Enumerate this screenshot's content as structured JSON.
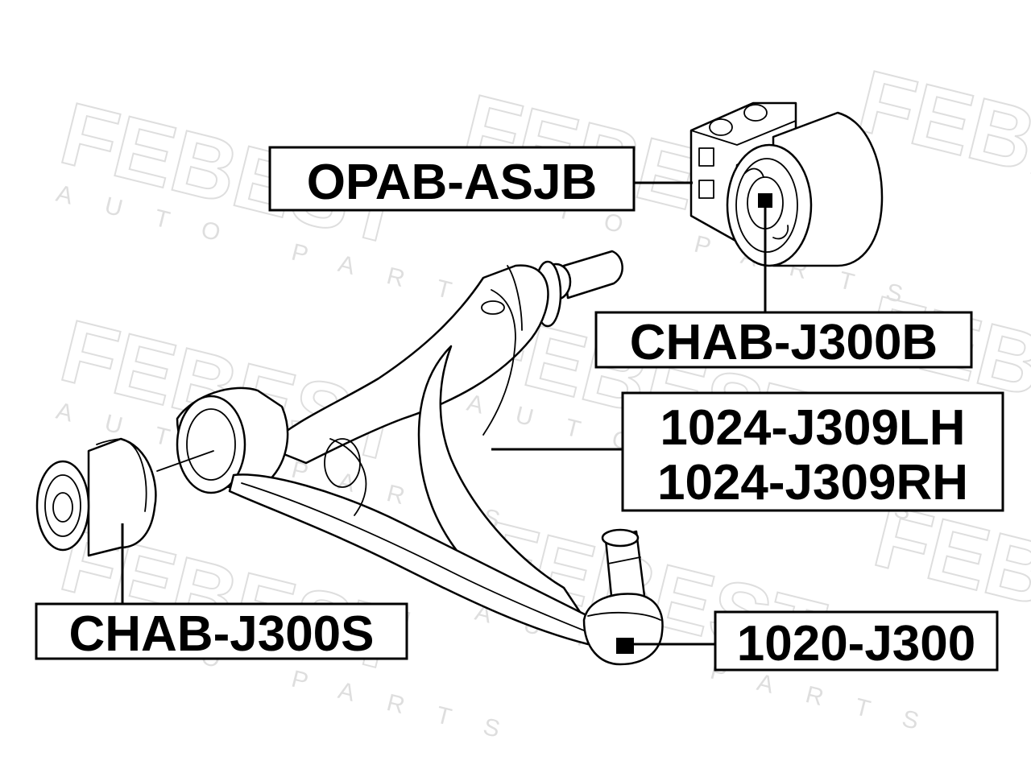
{
  "watermark": {
    "brand": "FEBEST",
    "tagline": "AUTO PARTS"
  },
  "labels": {
    "opab": "OPAB-ASJB",
    "chab_b": "CHAB-J300B",
    "arm_lh": "1024-J309LH",
    "arm_rh": "1024-J309RH",
    "chab_s": "CHAB-J300S",
    "ball_joint": "1020-J300"
  }
}
